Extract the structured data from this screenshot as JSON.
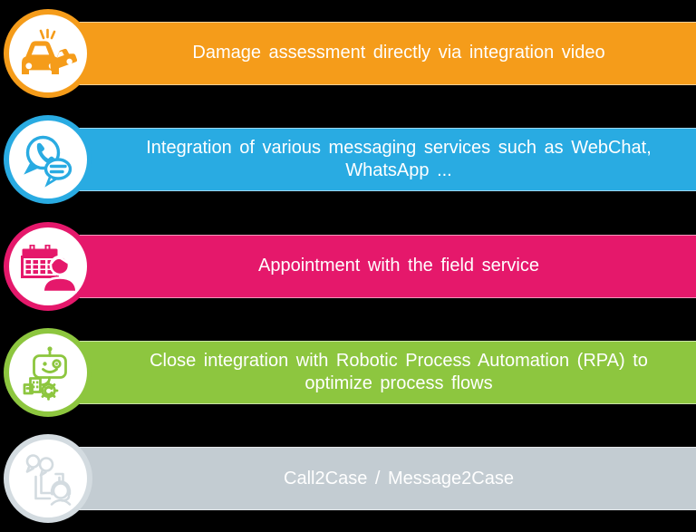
{
  "canvas": {
    "background_color": "#000000",
    "text_color": "#FFFFFF"
  },
  "rows": [
    {
      "label": "Damage assessment directly via integration video",
      "color": "#F59C1A",
      "icon": "car-crash-icon"
    },
    {
      "label": "Integration of various messaging services such as WebChat, WhatsApp ...",
      "color": "#29ABE2",
      "icon": "whatsapp-messaging-icon"
    },
    {
      "label": "Appointment with the field service",
      "color": "#E5186B",
      "icon": "calendar-person-icon"
    },
    {
      "label": "Close integration with Robotic Process Automation (RPA) to optimize process flows",
      "color": "#8DC63F",
      "icon": "chatbot-rpa-icon"
    },
    {
      "label": "Call2Case / Message2Case",
      "color": "#C3CCD2",
      "icon_color": "#D3DBE0",
      "icon": "chat-headset-icon"
    }
  ]
}
